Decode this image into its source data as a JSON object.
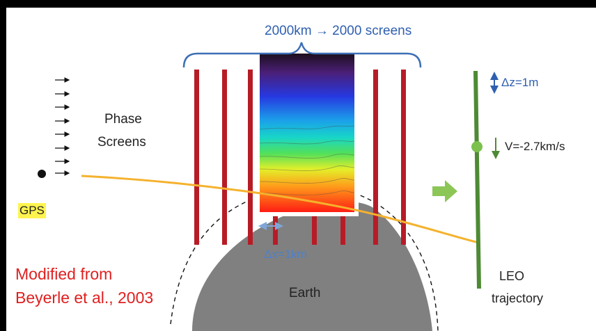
{
  "labels": {
    "top_scale": "2000km → 2000 screens",
    "phase_screens_line1": "Phase",
    "phase_screens_line2": "Screens",
    "gps": "GPS",
    "delta_z": "Δz=1m",
    "velocity": "V=-2.7km/s",
    "delta_x": "Δx=1km",
    "earth": "Earth",
    "leo_line1": "LEO",
    "leo_line2": "trajectory",
    "credit_line1": "Modified from",
    "credit_line2": "Beyerle et al., 2003"
  },
  "colors": {
    "screen_red": "#b71c26",
    "signal_orange": "#f5b22e",
    "leo_green": "#4e8a35",
    "leo_dot": "#7cc04e",
    "arrow_green": "#8cc657",
    "earth_gray": "#808080",
    "brace_blue": "#3d6fb6",
    "label_blue": "#4f80c6",
    "credit_red": "#e02020",
    "gps_highlight": "#fff44f"
  },
  "icons": {
    "gps_satellite": "filled-circle",
    "incoming_waves": "arrow-right",
    "propagation_direction": "block-arrow-right"
  }
}
